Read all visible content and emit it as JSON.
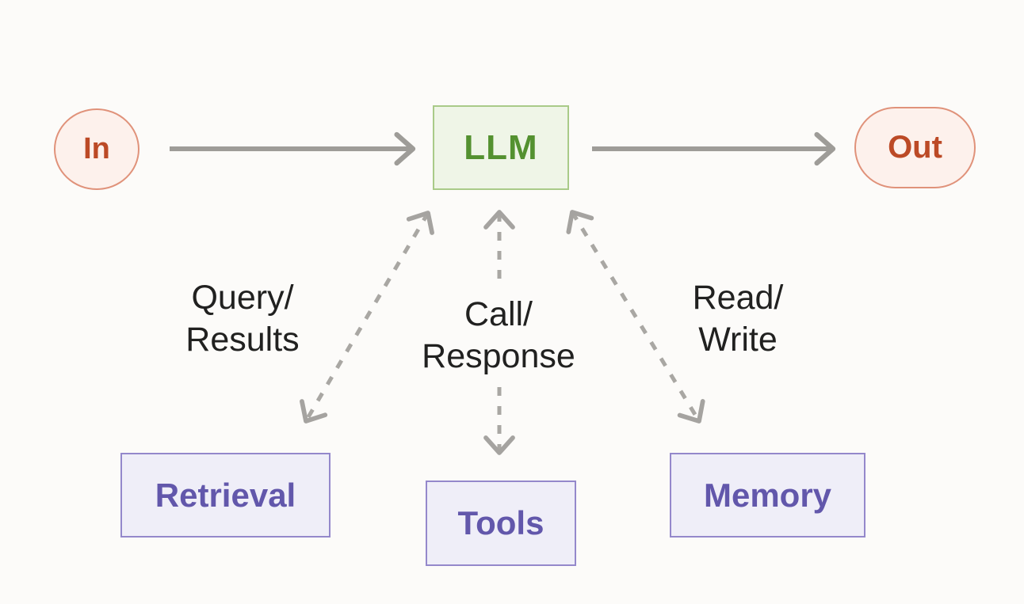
{
  "diagram": {
    "nodes": {
      "in": {
        "label": "In"
      },
      "llm": {
        "label": "LLM"
      },
      "out": {
        "label": "Out"
      },
      "retrieval": {
        "label": "Retrieval"
      },
      "tools": {
        "label": "Tools"
      },
      "memory": {
        "label": "Memory"
      }
    },
    "edge_labels": {
      "retrieval": {
        "line1": "Query/",
        "line2": "Results"
      },
      "tools": {
        "line1": "Call/",
        "line2": "Response"
      },
      "memory": {
        "line1": "Read/",
        "line2": "Write"
      }
    },
    "edges": [
      {
        "from": "In",
        "to": "LLM",
        "style": "solid-arrow",
        "label": ""
      },
      {
        "from": "LLM",
        "to": "Out",
        "style": "solid-arrow",
        "label": ""
      },
      {
        "from": "LLM",
        "to": "Retrieval",
        "style": "dashed-bidirectional",
        "label": "Query/Results"
      },
      {
        "from": "LLM",
        "to": "Tools",
        "style": "dashed-bidirectional",
        "label": "Call/Response"
      },
      {
        "from": "LLM",
        "to": "Memory",
        "style": "dashed-bidirectional",
        "label": "Read/Write"
      }
    ]
  },
  "colors": {
    "canvas-bg": "#fcfbf9",
    "io-fill": "#fdf1ec",
    "io-border": "#e0927a",
    "io-text": "#bc4a26",
    "llm-fill": "#eff5e7",
    "llm-border": "#a9ca88",
    "llm-text": "#549130",
    "module-fill": "#efeef8",
    "module-border": "#9488cb",
    "module-text": "#6257ab",
    "solid-arrow": "#9e9c98",
    "dashed-arrow": "#a9a7a3",
    "label-text": "#212120"
  }
}
